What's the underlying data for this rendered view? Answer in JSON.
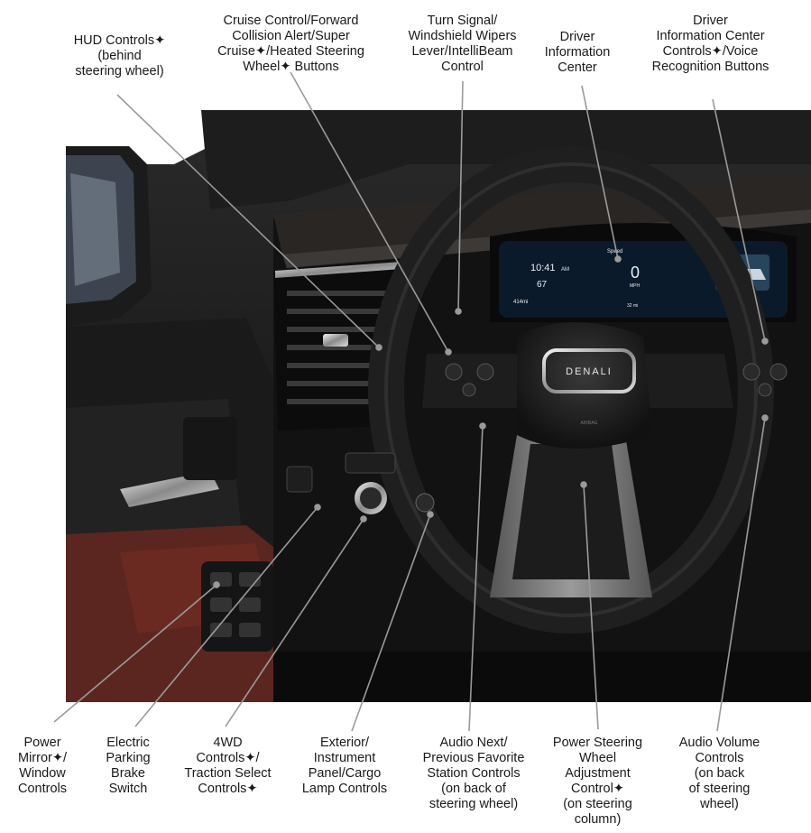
{
  "labels_top": {
    "hud": "HUD Controls✦\n(behind\nsteering wheel)",
    "cruise": "Cruise Control/Forward\nCollision Alert/Super\nCruise✦/Heated Steering\nWheel✦ Buttons",
    "turn_signal": "Turn Signal/\nWindshield Wipers\nLever/IntelliBeam\nControl",
    "dic": "Driver\nInformation\nCenter",
    "dic_controls": "Driver\nInformation Center\nControls✦/Voice\nRecognition Buttons"
  },
  "labels_bottom": {
    "mirror": "Power\nMirror✦/\nWindow\nControls",
    "parking_brake": "Electric\nParking\nBrake\nSwitch",
    "four_wd": "4WD\nControls✦/\nTraction Select\nControls✦",
    "exterior_lamp": "Exterior/\nInstrument\nPanel/Cargo\nLamp Controls",
    "audio_next": "Audio Next/\nPrevious Favorite\nStation Controls\n(on back of\nsteering wheel)",
    "power_steering": "Power Steering\nWheel\nAdjustment\nControl✦\n(on steering\ncolumn)",
    "audio_volume": "Audio Volume\nControls\n(on back\nof steering\nwheel)"
  },
  "cluster": {
    "time": "10:41",
    "time_suffix": "AM",
    "temp": "67",
    "odometer": "414mi",
    "speed_label": "Speed",
    "speed": "0",
    "speed_unit": "MPH",
    "range_left": "32 mi"
  },
  "wheel": {
    "badge": "DENALI",
    "airbag": "AIRBAG"
  },
  "colors": {
    "leader_line": "#9a9a9a",
    "dashboard": "#141414",
    "cluster_bg": "#0b1a2a",
    "leather_red": "#6a2a22"
  }
}
